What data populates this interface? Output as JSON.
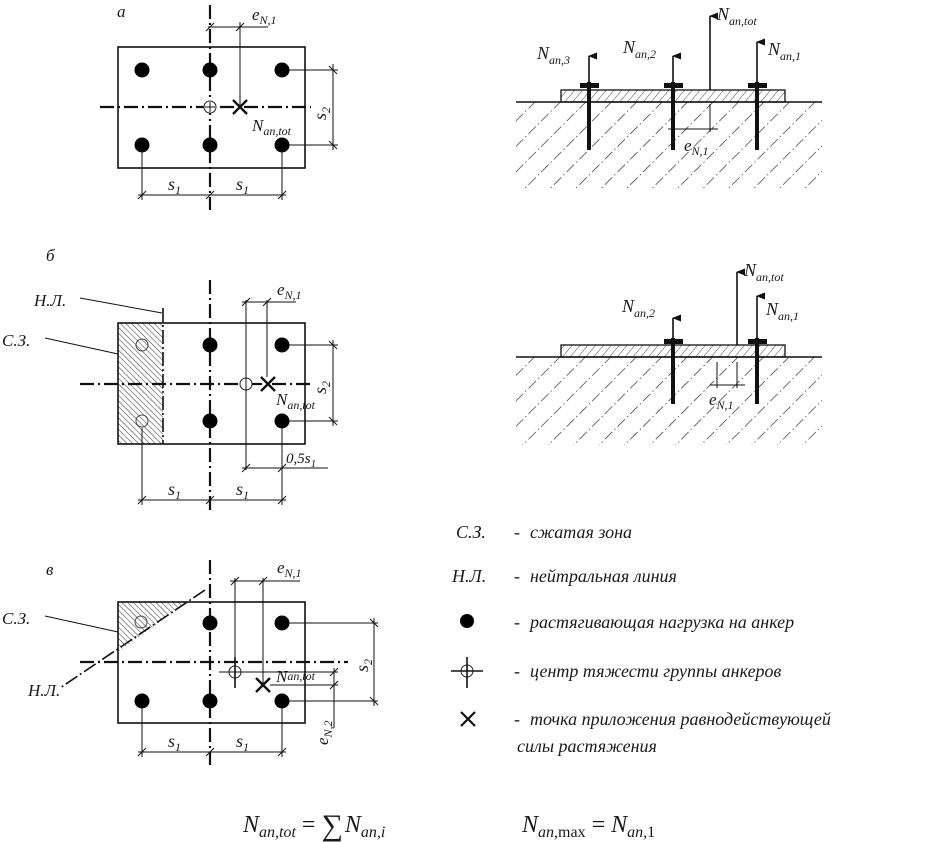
{
  "panels": [
    {
      "id": "a",
      "label": "а",
      "plan": {
        "ecc_label": "e",
        "ecc_sub": "N,1",
        "force_label": "N",
        "force_sub": "an,tot",
        "s1_label": "s",
        "s1_sub": "1",
        "s2_label": "s",
        "s2_sub": "2"
      },
      "section": {
        "forces": [
          {
            "label": "N",
            "sub": "an,3"
          },
          {
            "label": "N",
            "sub": "an,2"
          },
          {
            "label": "N",
            "sub": "an,tot"
          },
          {
            "label": "N",
            "sub": "an,1"
          }
        ],
        "ecc_label": "e",
        "ecc_sub": "N,1"
      }
    },
    {
      "id": "b",
      "label": "б",
      "plan": {
        "neutral_line_label": "Н.Л.",
        "compressed_zone_label": "С.З.",
        "ecc_label": "e",
        "ecc_sub": "N,1",
        "force_label": "N",
        "force_sub": "an,tot",
        "half_s1_label": "0,5s",
        "half_s1_sub": "1",
        "s1_label": "s",
        "s1_sub": "1",
        "s2_label": "s",
        "s2_sub": "2"
      },
      "section": {
        "forces": [
          {
            "label": "N",
            "sub": "an,2"
          },
          {
            "label": "N",
            "sub": "an,tot"
          },
          {
            "label": "N",
            "sub": "an,1"
          }
        ],
        "ecc_label": "e",
        "ecc_sub": "N,1"
      }
    },
    {
      "id": "v",
      "label": "в",
      "plan": {
        "neutral_line_label": "Н.Л.",
        "compressed_zone_label": "С.З.",
        "ecc1_label": "e",
        "ecc1_sub": "N,1",
        "ecc2_label": "e",
        "ecc2_sub": "N,2",
        "force_label": "N",
        "force_sub": "an,tot",
        "s1_label": "s",
        "s1_sub": "1",
        "s2_label": "s",
        "s2_sub": "2"
      }
    }
  ],
  "legend": [
    {
      "symbol": "С.З.",
      "symbol_type": "text",
      "dash": "-",
      "text": "сжатая зона"
    },
    {
      "symbol": "Н.Л.",
      "symbol_type": "text",
      "dash": "-",
      "text": "нейтральная линия"
    },
    {
      "symbol": "filled-circle",
      "symbol_type": "icon",
      "dash": "-",
      "text": "растягивающая нагрузка на анкер"
    },
    {
      "symbol": "crosshair-circle",
      "symbol_type": "icon",
      "dash": "-",
      "text": "центр тяжести группы анкеров"
    },
    {
      "symbol": "x-mark",
      "symbol_type": "icon",
      "dash": "-",
      "text": "точка приложения равнодействующей",
      "text2": "силы растяжения"
    }
  ],
  "formulas": {
    "f1": {
      "lhs": "N",
      "lhs_sub": "an,tot",
      "eq": "=",
      "op": "∑",
      "rhs": "N",
      "rhs_sub": "an,i"
    },
    "f2": {
      "lhs": "N",
      "lhs_sub": "an,",
      "lhs_sub2": "max",
      "eq": "=",
      "rhs": "N",
      "rhs_sub": "an,",
      "rhs_sub2": "1"
    }
  }
}
